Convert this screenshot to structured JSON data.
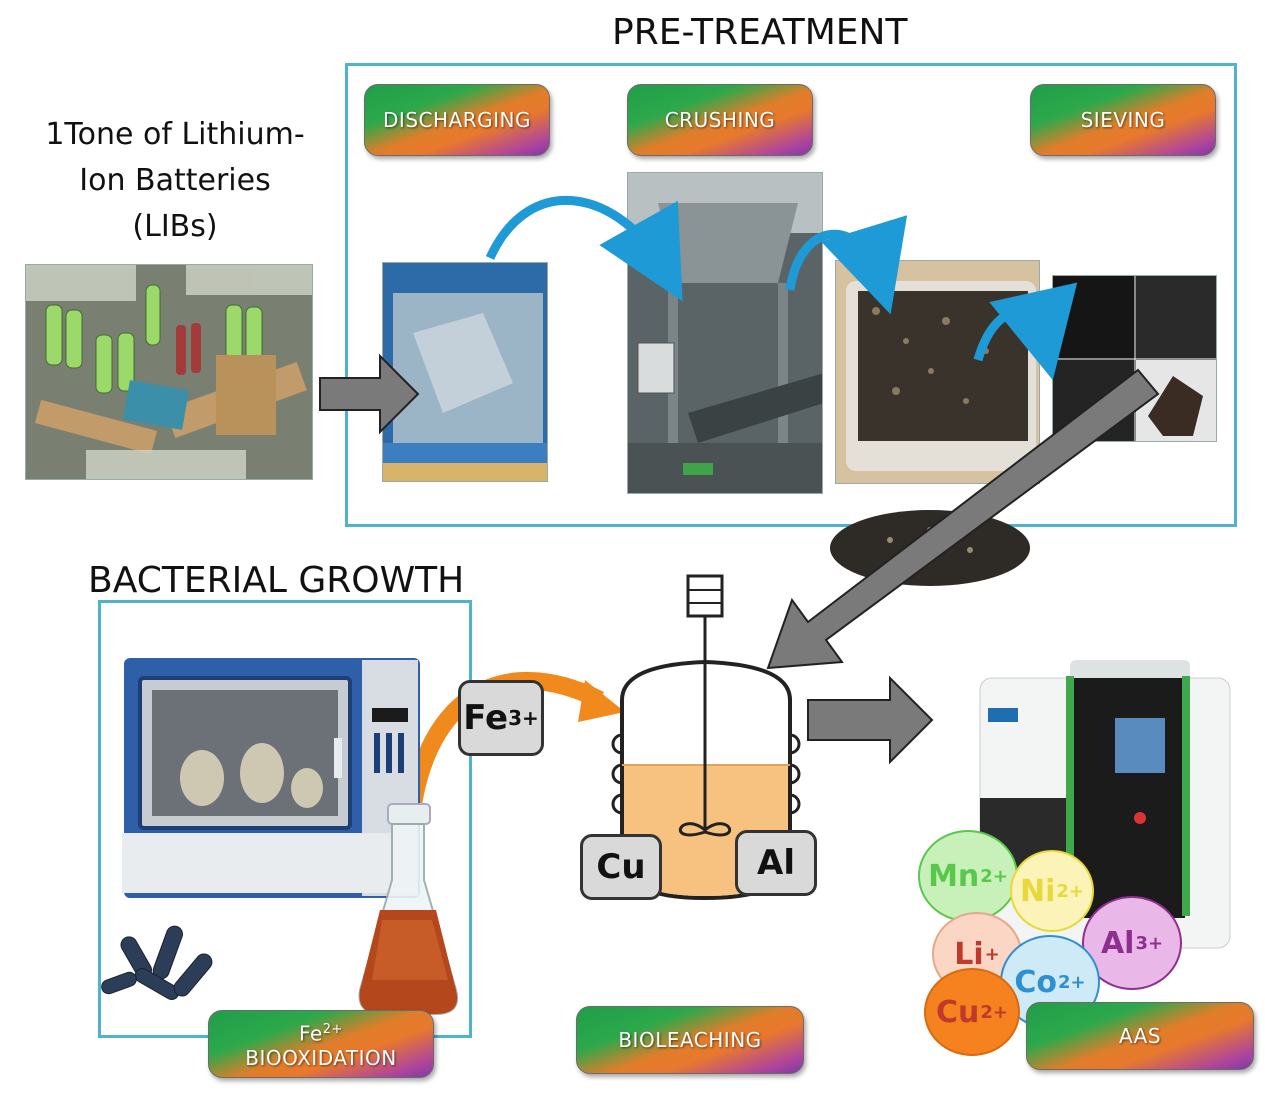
{
  "titles": {
    "pretreatment": "PRE-TREATMENT",
    "bacterial_growth": "BACTERIAL GROWTH"
  },
  "input_label": {
    "line1": "1Tone of Lithium-",
    "line2": "Ion Batteries",
    "line3": "(LIBs)"
  },
  "steps": {
    "discharging": "DISCHARGING",
    "crushing": "CRUSHING",
    "sieving": "SIEVING",
    "fe_ion": "Fe",
    "fe_ion_charge": "2+",
    "biooxidation": "BIOOXIDATION",
    "bioleaching": "BIOLEACHING",
    "aas": "AAS"
  },
  "reactor": {
    "ferric": "Fe",
    "ferric_charge": "3+",
    "left_metal": "Cu",
    "right_metal": "Al"
  },
  "ions": [
    {
      "symbol": "Mn",
      "charge": "2+",
      "color": "#58c84a"
    },
    {
      "symbol": "Ni",
      "charge": "2+",
      "color": "#e8d93a"
    },
    {
      "symbol": "Li",
      "charge": "+",
      "color": "#c0392b"
    },
    {
      "symbol": "Al",
      "charge": "3+",
      "color": "#8e2f8e"
    },
    {
      "symbol": "Co",
      "charge": "2+",
      "color": "#2e8fd1"
    },
    {
      "symbol": "Cu",
      "charge": "2+",
      "color": "#c0392b"
    }
  ],
  "colors": {
    "frame": "#4fb3c9",
    "blue_arrow": "#1e9ad6",
    "gray_arrow": "#7a7a7a",
    "orange_arrow": "#f08a1c",
    "leach_liquid": "#f7c27f"
  }
}
